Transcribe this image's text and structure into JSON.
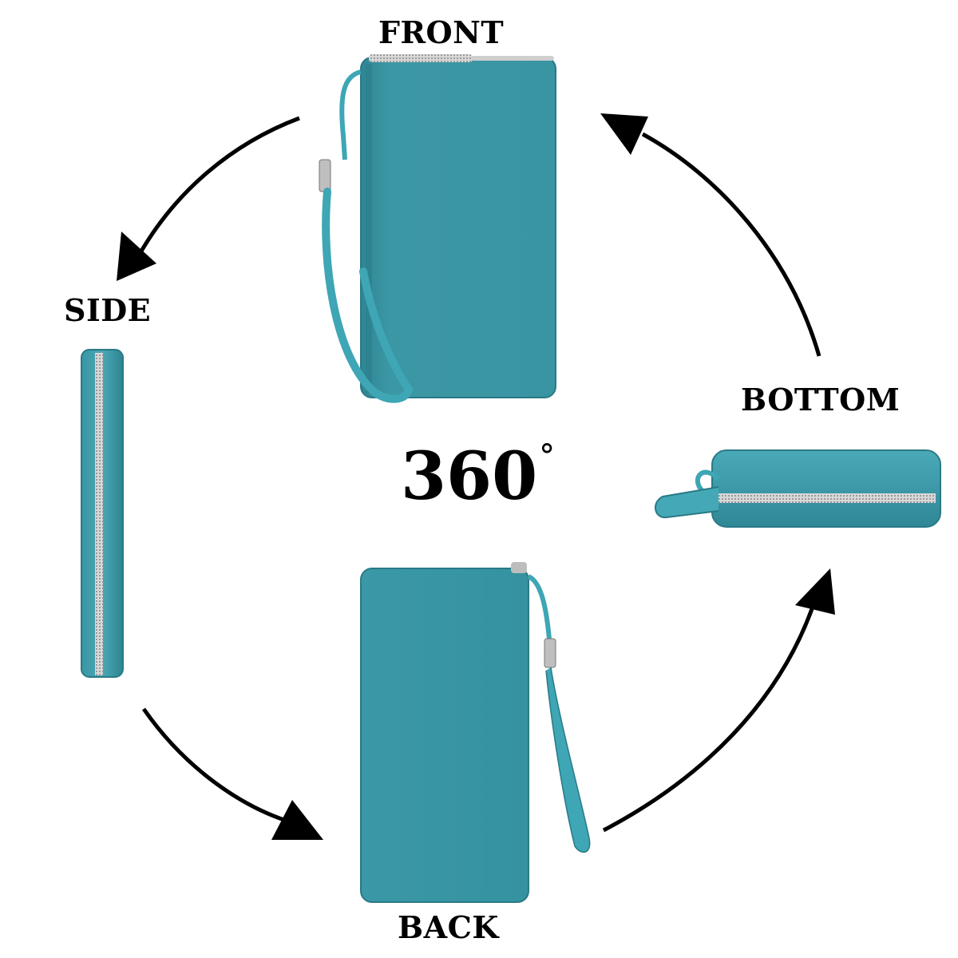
{
  "labels": {
    "front": "FRONT",
    "side": "SIDE",
    "bottom": "BOTTOM",
    "back": "BACK",
    "rotation": "360",
    "degree_symbol": "°"
  },
  "colors": {
    "wallet": "#3f9aa8",
    "wallet_dark": "#2f7f8c",
    "wallet_light": "#5ab3c0",
    "strap": "#3ea6b4",
    "zipper": "#c9c9c9",
    "arrow": "#000000"
  },
  "views": [
    "front-wallet",
    "side-wallet",
    "bottom-wallet",
    "back-wallet"
  ]
}
